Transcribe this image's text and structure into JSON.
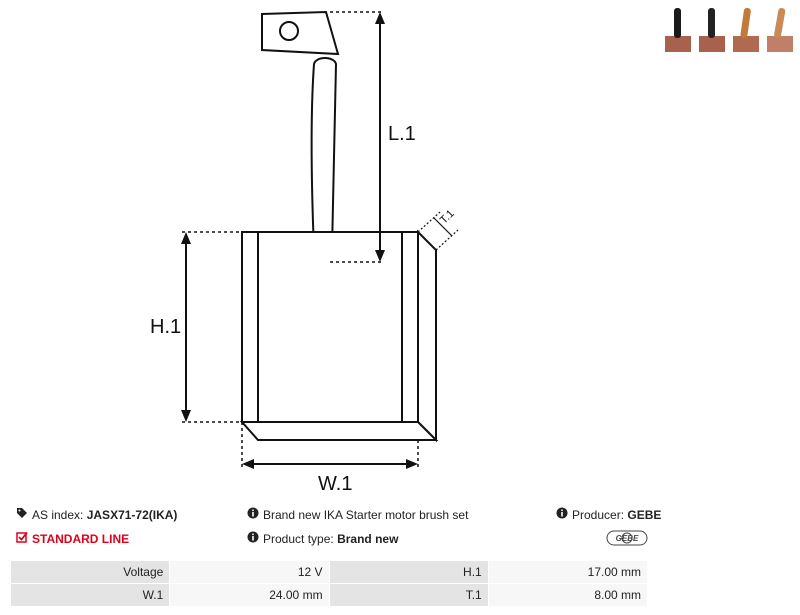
{
  "drawing": {
    "labels": {
      "l1": "L.1",
      "h1": "H.1",
      "w1": "W.1",
      "t1": "T.1"
    }
  },
  "thumbnails": [
    {
      "name": "brush-view-1",
      "body_color": "#a8614c",
      "wire_color": "#1a1a1a"
    },
    {
      "name": "brush-view-2",
      "body_color": "#a8614c",
      "wire_color": "#222222"
    },
    {
      "name": "brush-view-3",
      "body_color": "#b06a50",
      "wire_color": "#c07a3a"
    },
    {
      "name": "brush-view-4",
      "body_color": "#c08068",
      "wire_color": "#c98a55"
    }
  ],
  "info": {
    "as_index_label": "AS index:",
    "as_index_value": "JASX71-72(IKA)",
    "description": "Brand new IKA Starter motor brush set",
    "producer_label": "Producer:",
    "producer_value": "GEBE",
    "line_label": "STANDARD LINE",
    "product_type_label": "Product type:",
    "product_type_value": "Brand new",
    "logo_text": "GEBE"
  },
  "icons": {
    "tag": "tag-icon",
    "info": "info-circle-icon",
    "check": "check-square-icon",
    "accent_color": "#e0001b"
  },
  "specs": [
    {
      "label1": "Voltage",
      "value1": "12 V",
      "label2": "H.1",
      "value2": "17.00 mm"
    },
    {
      "label1": "W.1",
      "value1": "24.00 mm",
      "label2": "T.1",
      "value2": "8.00 mm"
    }
  ]
}
